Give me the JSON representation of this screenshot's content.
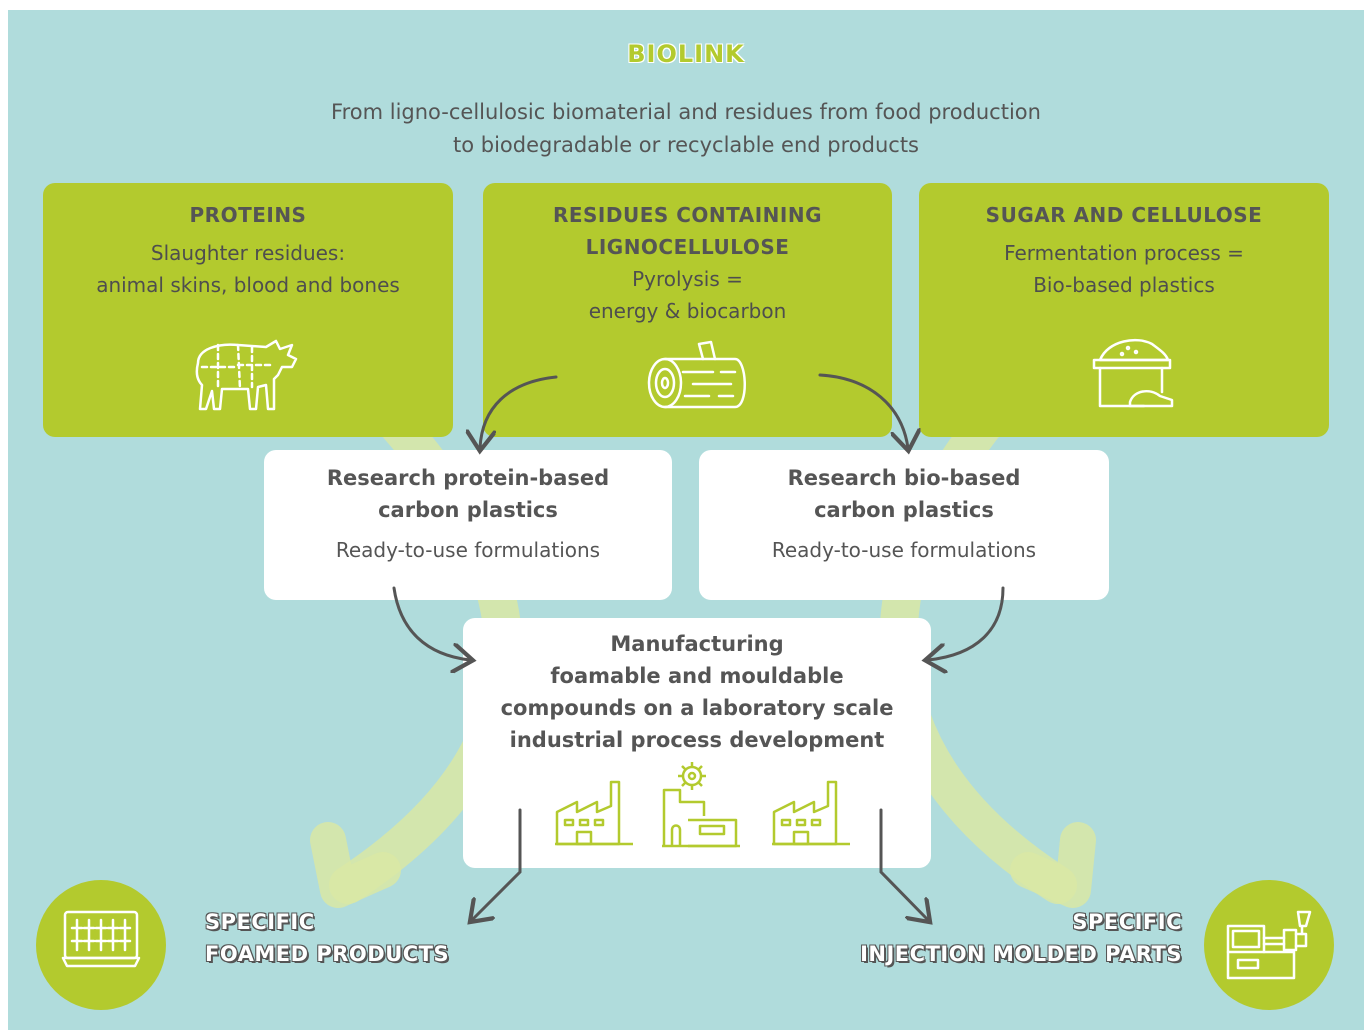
{
  "header": {
    "title": "BIOLINK",
    "subtitle_lines": [
      "From ligno-cellulosic biomaterial and residues from food production",
      "to biodegradable or recyclable end products"
    ]
  },
  "sources": [
    {
      "heading": [
        "PROTEINS"
      ],
      "text": [
        "Slaughter residues:",
        "animal skins, blood and bones"
      ],
      "icon": "cow-icon"
    },
    {
      "heading": [
        "RESIDUES CONTAINING",
        "LIGNOCELLULOSE"
      ],
      "text": [
        "Pyrolysis =",
        "energy & biocarbon"
      ],
      "icon": "log-icon"
    },
    {
      "heading": [
        "SUGAR AND CELLULOSE"
      ],
      "text": [
        "Fermentation process =",
        "Bio-based plastics"
      ],
      "icon": "sugar-sack-icon"
    }
  ],
  "research": [
    {
      "heading": [
        "Research protein-based",
        "carbon plastics"
      ],
      "text": "Ready-to-use formulations"
    },
    {
      "heading": [
        "Research bio-based",
        "carbon plastics"
      ],
      "text": "Ready-to-use formulations"
    }
  ],
  "manufacturing": {
    "heading": [
      "Manufacturing",
      "foamable and mouldable",
      "compounds on a laboratory scale",
      "industrial process development"
    ],
    "icons": [
      "factory-icon",
      "industrial-plant-gear-icon",
      "factory-icon"
    ]
  },
  "outputs": [
    {
      "lines": [
        "SPECIFIC",
        "FOAMED PRODUCTS"
      ],
      "icon": "foam-tray-icon"
    },
    {
      "lines": [
        "SPECIFIC",
        "INJECTION MOLDED PARTS"
      ],
      "icon": "injection-molding-machine-icon"
    }
  ],
  "colors": {
    "background": "#b0dcdc",
    "accent_green": "#b3ca2e",
    "box_white": "#ffffff",
    "text_dark": "#555555",
    "arrow": "#555555",
    "swoosh": "#d9e8a4"
  }
}
